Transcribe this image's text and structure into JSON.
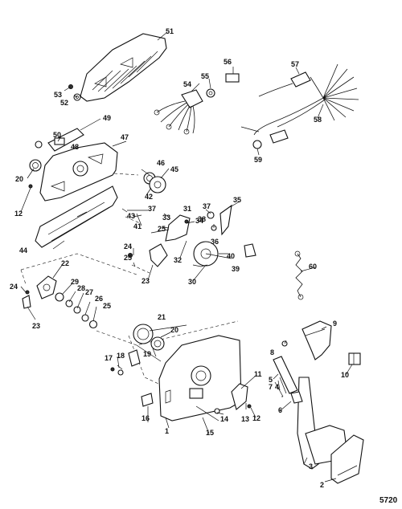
{
  "figure_number": "5720",
  "callouts": {
    "c1": "1",
    "c2": "2",
    "c3": "3",
    "c4": "4",
    "c5": "5",
    "c6": "6",
    "c7": "7",
    "c8": "8",
    "c9": "9",
    "c10": "10",
    "c11": "11",
    "c12a": "12",
    "c12b": "12",
    "c13": "13",
    "c14": "14",
    "c15": "15",
    "c16": "16",
    "c17": "17",
    "c18": "18",
    "c19": "19",
    "c20a": "20",
    "c20b": "20",
    "c21": "21",
    "c22": "22",
    "c23a": "23",
    "c23b": "23",
    "c24a": "24",
    "c24b": "24",
    "c25a": "25",
    "c25b": "25",
    "c26": "26",
    "c27": "27",
    "c28": "28",
    "c29": "29",
    "c30": "30",
    "c31": "31",
    "c32": "32",
    "c33": "33",
    "c34": "34",
    "c35": "35",
    "c36": "36",
    "c37a": "37",
    "c37b": "37",
    "c38": "38",
    "c39": "39",
    "c40": "40",
    "c41": "41",
    "c42": "42",
    "c43": "43",
    "c44": "44",
    "c45": "45",
    "c46": "46",
    "c47": "47",
    "c48": "48",
    "c49": "49",
    "c50": "50",
    "c51": "51",
    "c52": "52",
    "c53": "53",
    "c54": "54",
    "c55": "55",
    "c56": "56",
    "c57": "57",
    "c58": "58",
    "c59": "59",
    "c60": "60"
  }
}
